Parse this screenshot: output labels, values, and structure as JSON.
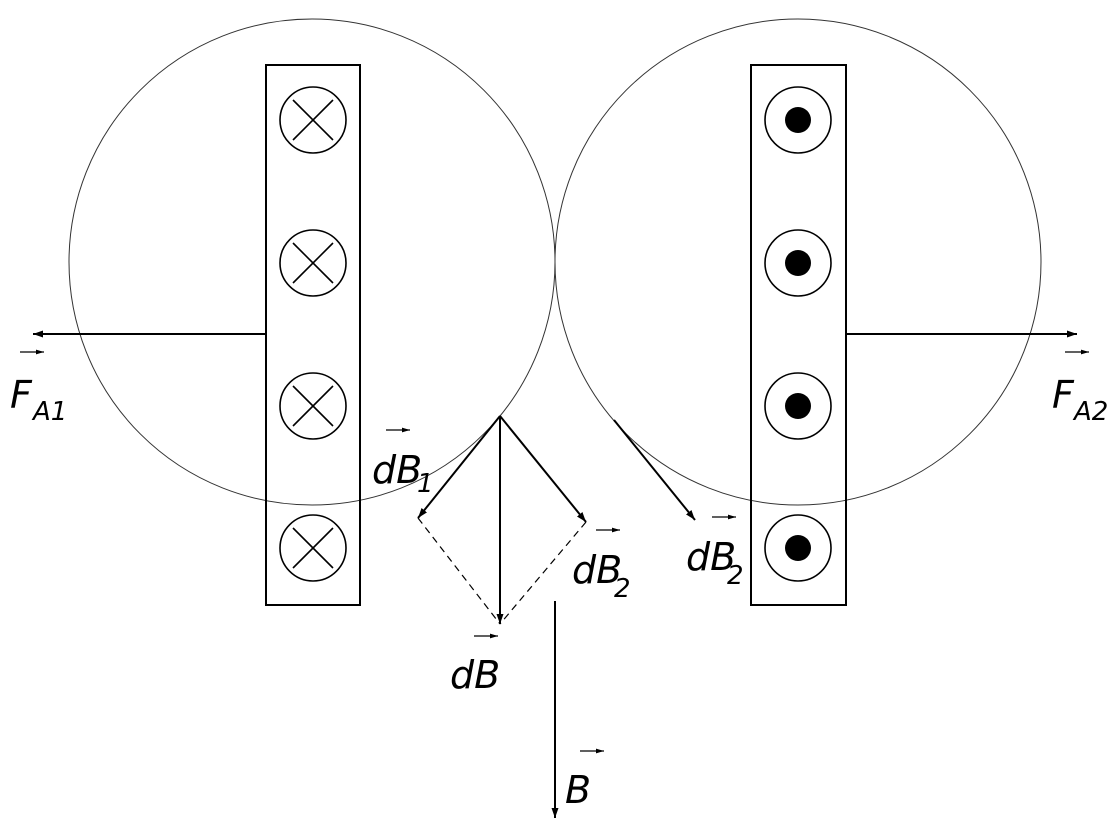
{
  "labels": {
    "fa1": {
      "main": "F",
      "sub": "A1"
    },
    "fa2": {
      "main": "F",
      "sub": "A2"
    },
    "db1": {
      "main": "dB",
      "sub": "1"
    },
    "db2_center": {
      "main": "dB",
      "sub": "2"
    },
    "db2_right": {
      "main": "dB",
      "sub": "2"
    },
    "db": {
      "main": "dB"
    },
    "b": {
      "main": "B"
    }
  },
  "conductors": {
    "left": {
      "current_direction": "into-page",
      "symbol": "cross-icon",
      "count": 4
    },
    "right": {
      "current_direction": "out-of-page",
      "symbol": "dot-icon",
      "count": 4
    }
  },
  "colors": {
    "stroke": "#000000",
    "circle_stroke": "#333333",
    "background": "#ffffff"
  }
}
